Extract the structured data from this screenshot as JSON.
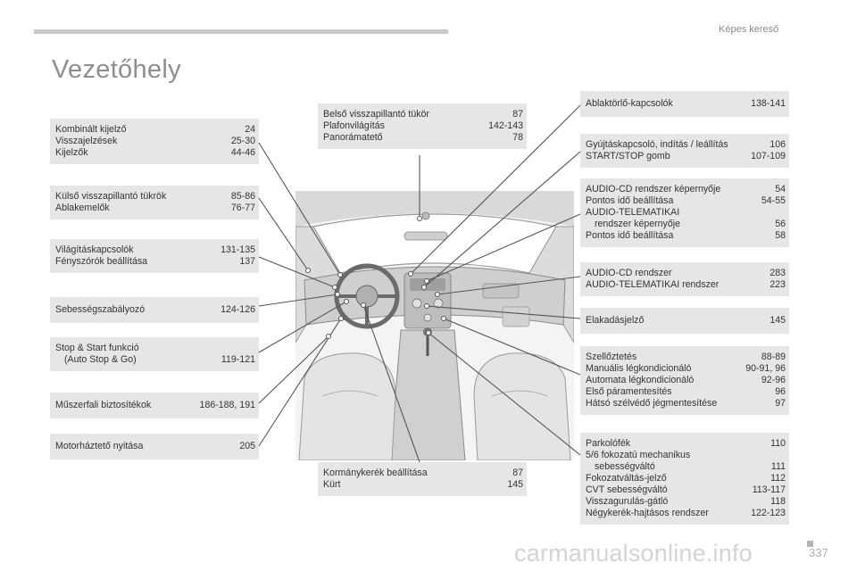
{
  "header": {
    "section_title": "Képes kereső"
  },
  "page": {
    "title": "Vezetőhely",
    "number": "337"
  },
  "watermark": "carmanualsonline.info",
  "boxes": {
    "kombinalt": [
      {
        "label": "Kombinált kijelző",
        "page": "24"
      },
      {
        "label": "Visszajelzések",
        "page": "25-30"
      },
      {
        "label": "Kijelzők",
        "page": "44-46"
      }
    ],
    "kulso": [
      {
        "label": "Külső visszapillantó tükrök",
        "page": "85-86"
      },
      {
        "label": "Ablakemelők",
        "page": "76-77"
      }
    ],
    "vilagitas": [
      {
        "label": "Világításkapcsolók",
        "page": "131-135"
      },
      {
        "label": "Fényszórók beállítása",
        "page": "137"
      }
    ],
    "sebesseg": [
      {
        "label": "Sebességszabályozó",
        "page": "124-126"
      }
    ],
    "stopstart": [
      {
        "label": "Stop & Start funkció",
        "page": ""
      },
      {
        "label": "(Auto Stop & Go)",
        "page": "119-121"
      }
    ],
    "muszerfal": [
      {
        "label": "Műszerfali biztosítékok",
        "page": "186-188, 191"
      }
    ],
    "motorhazteto": [
      {
        "label": "Motorháztető nyitása",
        "page": "205"
      }
    ],
    "belso": [
      {
        "label": "Belső visszapillantó tükör",
        "page": "87"
      },
      {
        "label": "Plafonvilágítás",
        "page": "142-143"
      },
      {
        "label": "Panorámatető",
        "page": "78"
      }
    ],
    "kormany": [
      {
        "label": "Kormánykerék beállítása",
        "page": "87"
      },
      {
        "label": "Kürt",
        "page": "145"
      }
    ],
    "ablaktorlo": [
      {
        "label": "Ablaktörlő-kapcsolók",
        "page": "138-141"
      }
    ],
    "gyujtas": [
      {
        "label": "Gyújtáskapcsoló, indítás / leállítás",
        "page": "106"
      },
      {
        "label": "START/STOP gomb",
        "page": "107-109"
      }
    ],
    "audio_kep": [
      {
        "label": "AUDIO-CD rendszer képernyője",
        "page": "54"
      },
      {
        "label": "Pontos idő beállítása",
        "page": "54-55"
      },
      {
        "label": "AUDIO-TELEMATIKAI",
        "page": ""
      },
      {
        "label": "rendszer képernyője",
        "page": "56"
      },
      {
        "label": "Pontos idő beállítása",
        "page": "58"
      }
    ],
    "audio": [
      {
        "label": "AUDIO-CD rendszer",
        "page": "283"
      },
      {
        "label": "AUDIO-TELEMATIKAI rendszer",
        "page": "223"
      }
    ],
    "elakado": [
      {
        "label": "Elakadásjelző",
        "page": "145"
      }
    ],
    "szellozes": [
      {
        "label": "Szellőztetés",
        "page": "88-89"
      },
      {
        "label": "Manuális légkondicionáló",
        "page": "90-91, 96"
      },
      {
        "label": "Automata légkondicionáló",
        "page": "92-96"
      },
      {
        "label": "Első páramentesítés",
        "page": "96"
      },
      {
        "label": "Hátsó szélvédő jégmentesítése",
        "page": "97"
      }
    ],
    "parkolofek": [
      {
        "label": "Parkolófék",
        "page": "110"
      },
      {
        "label": "5/6 fokozatú mechanikus",
        "page": ""
      },
      {
        "label": "sebességváltó",
        "page": "111"
      },
      {
        "label": "Fokozatváltás-jelző",
        "page": "112"
      },
      {
        "label": "CVT sebességváltó",
        "page": "113-117"
      },
      {
        "label": "Visszagurulás-gátló",
        "page": "118"
      },
      {
        "label": "Négykerék-hajtásos rendszer",
        "page": "122-123"
      }
    ]
  }
}
